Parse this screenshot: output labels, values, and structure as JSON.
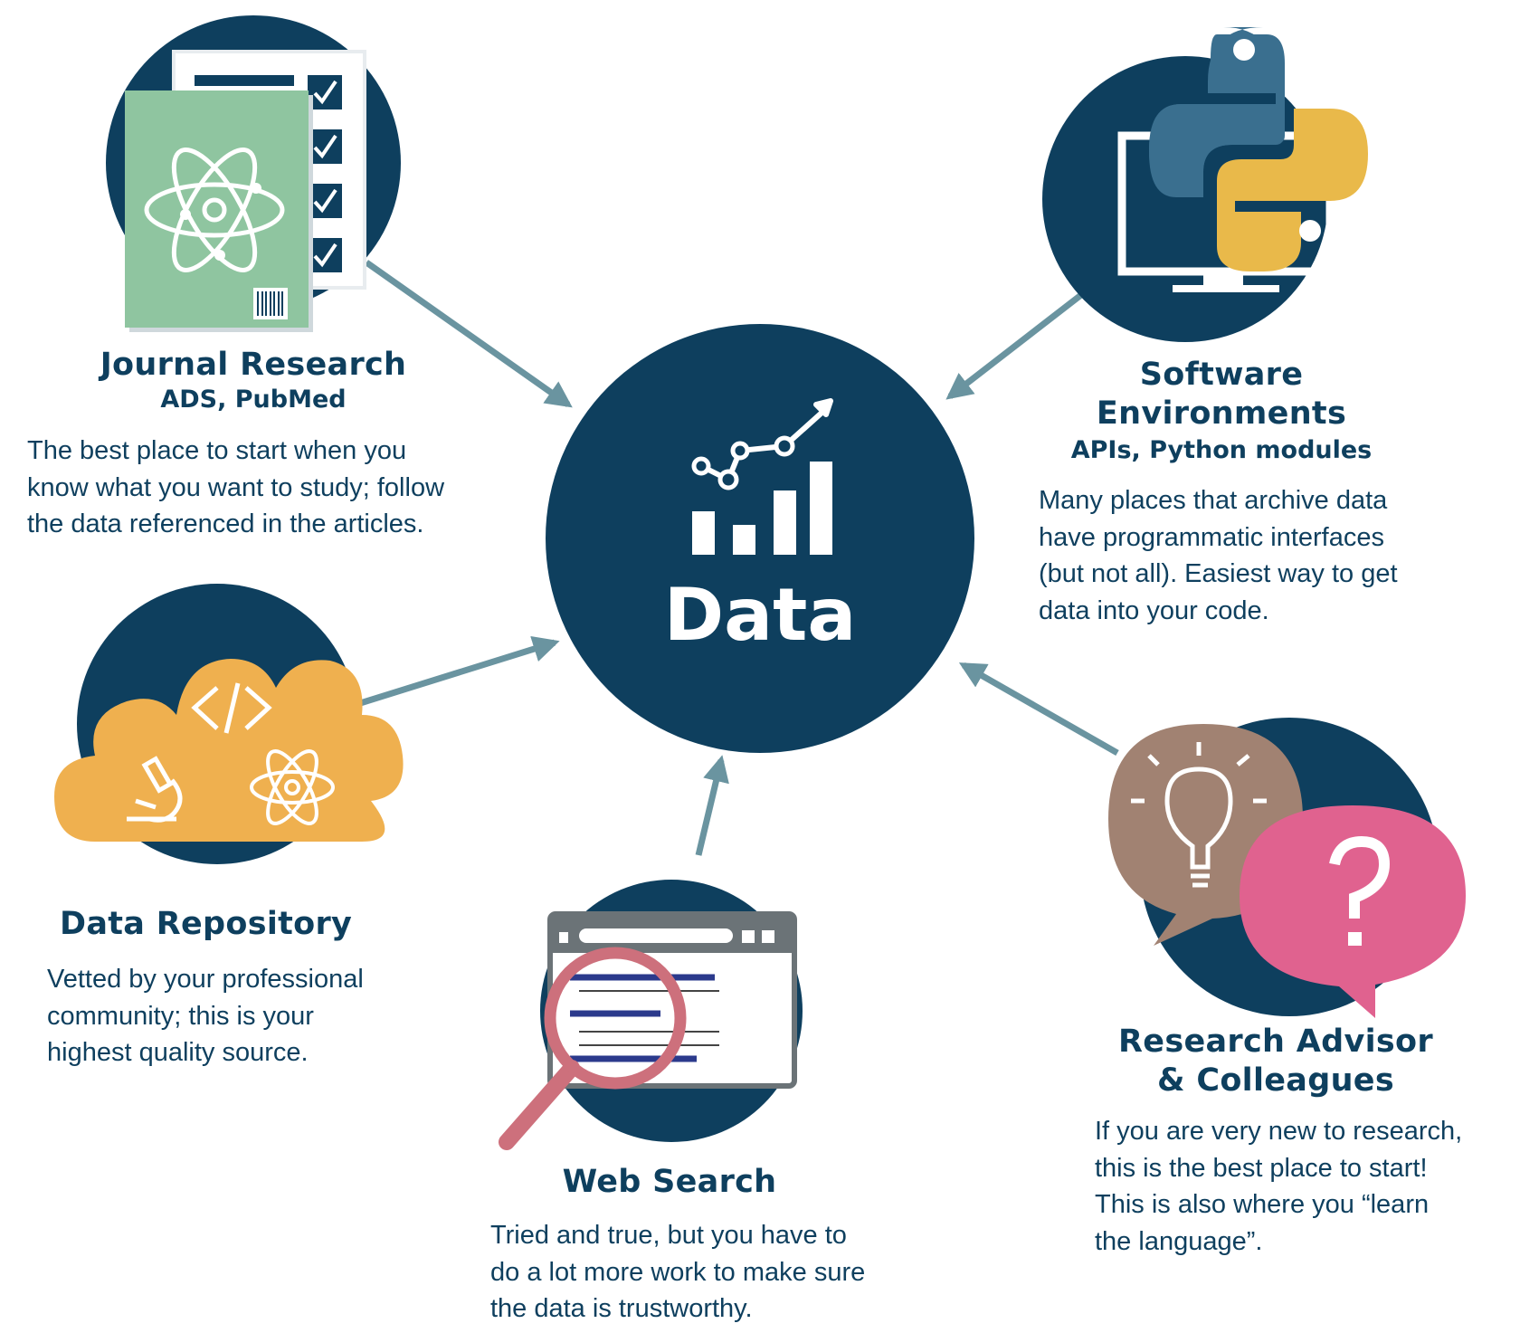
{
  "center": {
    "label": "Data"
  },
  "colors": {
    "navy": "#0e3f5e",
    "arrow": "#6a94a0",
    "green": "#8fc5a0",
    "orange": "#efb04f",
    "python_blue": "#3a6f8f",
    "python_yellow": "#e9b94a",
    "bubble_brown": "#a18272",
    "bubble_pink": "#e0628f",
    "magnifier": "#cd707c",
    "search_lines": "#2b3a8c"
  },
  "nodes": {
    "journal": {
      "title": "Journal Research",
      "subtitle": "ADS, PubMed",
      "description": [
        "The best place to start when you",
        "know what you want to study; follow",
        "the data referenced in the articles."
      ]
    },
    "software": {
      "title_lines": [
        "Software",
        "Environments"
      ],
      "subtitle": "APIs, Python modules",
      "description": [
        "Many places that archive data",
        "have programmatic interfaces",
        "(but not all). Easiest way to get",
        "data into your code."
      ]
    },
    "repository": {
      "title": "Data Repository",
      "description": [
        "Vetted by your professional",
        "community; this is your",
        "highest quality source."
      ]
    },
    "web": {
      "title": "Web Search",
      "description": [
        "Tried and true, but you have to",
        "do a lot more work to make sure",
        "the data is trustworthy."
      ]
    },
    "advisor": {
      "title_lines": [
        "Research Advisor",
        "& Colleagues"
      ],
      "description": [
        "If you are very new to research,",
        "this is the best place to start!",
        "This is also where you “learn",
        "the language”."
      ]
    }
  },
  "icons": {
    "center": "chart-trend-icon",
    "journal": "journal-atom-icon",
    "software": "python-monitor-icon",
    "repository": "cloud-science-icon",
    "web": "browser-magnifier-icon",
    "advisor": "speech-bubbles-icon"
  }
}
